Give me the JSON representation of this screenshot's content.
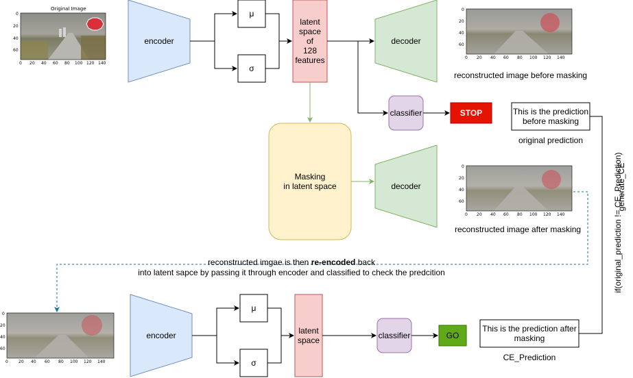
{
  "original_image_title": "Original Image",
  "encoder_label": "encoder",
  "mu_label": "μ",
  "sigma_label": "σ",
  "latent_space_top": "latent\nspace\nof\n128\nfeatures",
  "latent_space_bottom": "latent\nspace",
  "decoder_label": "decoder",
  "classifier_label": "classifier",
  "stop_label": "STOP",
  "go_label": "GO",
  "masking_label": "Masking\nin latent space",
  "recon_before": "reconstructed image before masking",
  "recon_after": "reconstructed image after masking",
  "prediction_before_box": "This is the prediction\nbefore masking",
  "original_prediction": "original prediction",
  "prediction_after_box": "This is the prediction after\nmasking",
  "ce_prediction": "CE_Prediction",
  "reencode_line1_a": "reconstructed imgae is then ",
  "reencode_line1_bold": "re-encoded",
  "reencode_line1_b": " back",
  "reencode_line2": "into latent sapce by passing it through encoder and classified to check the predcition",
  "side_condition": "if(original_prediction != CE_Prediction)",
  "side_action": "generate_CE",
  "axis_x_ticks": [
    "0",
    "20",
    "40",
    "60",
    "80",
    "100",
    "120",
    "140"
  ],
  "axis_y_ticks": [
    "0",
    "20",
    "40",
    "60"
  ],
  "colors": {
    "encoder_fill": "#dae8fc",
    "encoder_stroke": "#6c8ebf",
    "latent_fill": "#f8cecc",
    "latent_stroke": "#b85450",
    "decoder_fill": "#d5e8d4",
    "decoder_stroke": "#82b366",
    "classifier_fill": "#e1d5e7",
    "classifier_stroke": "#9673a6",
    "masking_fill": "#fff2cc",
    "masking_stroke": "#d6b656",
    "stop_fill": "#e51400",
    "go_fill": "#60a917",
    "green_arrow": "#82b366",
    "dashed_arrow": "#10739e"
  }
}
